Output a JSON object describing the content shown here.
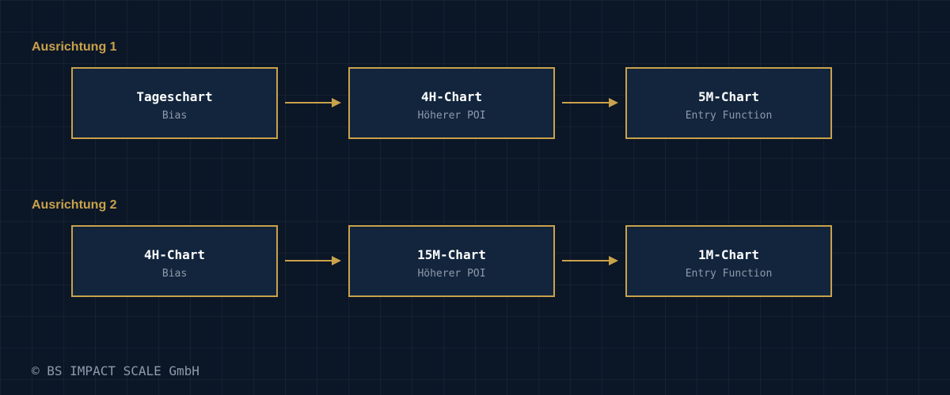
{
  "diagram": {
    "rows": [
      {
        "label": "Ausrichtung 1",
        "nodes": [
          {
            "title": "Tageschart",
            "subtitle": "Bias"
          },
          {
            "title": "4H-Chart",
            "subtitle": "Höherer POI"
          },
          {
            "title": "5M-Chart",
            "subtitle": "Entry Function"
          }
        ]
      },
      {
        "label": "Ausrichtung 2",
        "nodes": [
          {
            "title": "4H-Chart",
            "subtitle": "Bias"
          },
          {
            "title": "15M-Chart",
            "subtitle": "Höherer POI"
          },
          {
            "title": "1M-Chart",
            "subtitle": "Entry Function"
          }
        ]
      }
    ],
    "edges": [
      {
        "row": 0,
        "from": 0,
        "to": 1
      },
      {
        "row": 0,
        "from": 1,
        "to": 2
      },
      {
        "row": 1,
        "from": 0,
        "to": 1
      },
      {
        "row": 1,
        "from": 1,
        "to": 2
      }
    ]
  },
  "footer": {
    "copyright": "© BS IMPACT SCALE GmbH"
  },
  "colors": {
    "background": "#0b1627",
    "accent": "#c9a24a",
    "box_fill": "#12253d",
    "title_text": "#ffffff",
    "muted_text": "#8f9aab"
  }
}
